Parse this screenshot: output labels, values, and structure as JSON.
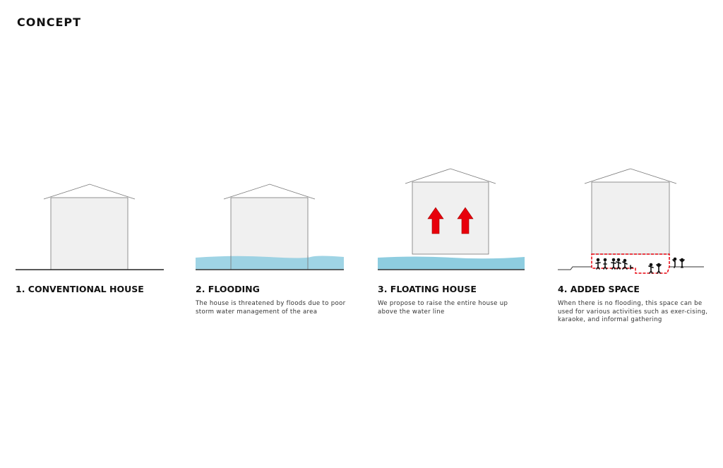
{
  "page_title": "CONCEPT",
  "panels": [
    {
      "title": "1. CONVENTIONAL HOUSE",
      "description": ""
    },
    {
      "title": "2. FLOODING",
      "description": "The house is threatened by floods due to poor storm water management of the area"
    },
    {
      "title": "3. FLOATING HOUSE",
      "description": "We propose to raise the entire house up above the water line"
    },
    {
      "title": "4. ADDED SPACE",
      "description": "When there is no flooding, this space can be used for various activities such as exer-cising, karaoke, and informal gathering"
    }
  ],
  "colors": {
    "water": "#8ecde0",
    "house": "#f0f0f0",
    "accent": "#e8000b"
  }
}
